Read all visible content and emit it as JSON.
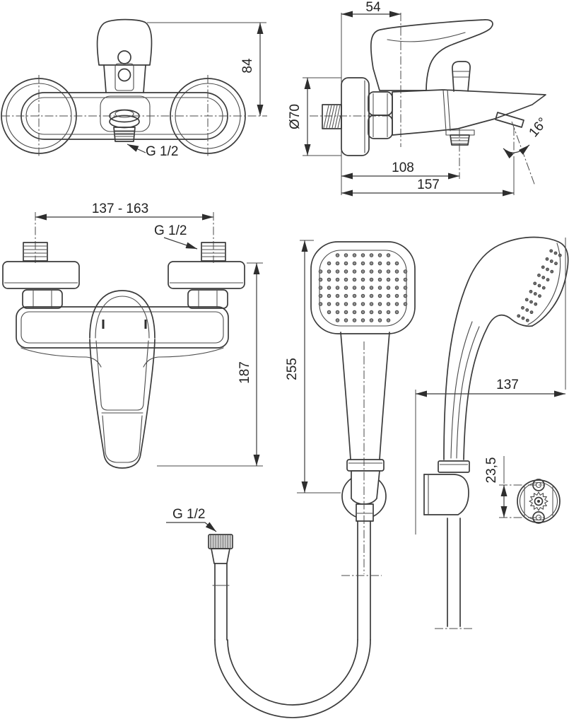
{
  "drawing": {
    "background": "#ffffff",
    "line_color": "#3b3b3b",
    "text_color": "#222222",
    "views": {
      "faucet_front_top": {
        "dim_height": "84",
        "thread_label": "G 1/2"
      },
      "faucet_side_top": {
        "dim_handle_depth": "54",
        "dim_flange_diameter": "Ø70",
        "dim_outlet_reach": "108",
        "dim_spout_reach": "157",
        "dim_spray_angle": "16°"
      },
      "mixer_front": {
        "dim_centers_range": "137 - 163",
        "thread_label": "G 1/2",
        "dim_height": "187"
      },
      "handshower_front": {
        "dim_length": "255"
      },
      "handshower_side": {
        "dim_reach": "137",
        "dim_bracket_offset": "23,5"
      },
      "hose": {
        "thread_label": "G 1/2"
      }
    }
  }
}
